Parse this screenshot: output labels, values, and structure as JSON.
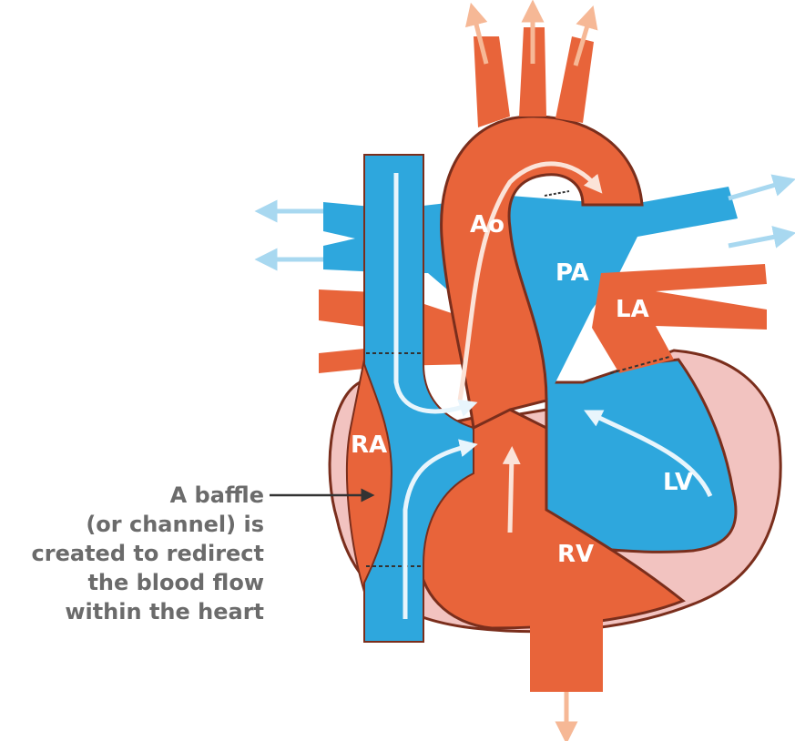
{
  "labels": {
    "ao": "Ao",
    "pa": "PA",
    "la": "LA",
    "ra": "RA",
    "lv": "LV",
    "rv": "RV"
  },
  "caption": {
    "lines": [
      "A baffle",
      "(or channel) is",
      "created to redirect",
      "the blood flow",
      "within the heart"
    ]
  },
  "colors": {
    "oxygenated_red": "#e8643a",
    "deoxygenated_blue": "#2ea7dd",
    "pericardium_pink": "#f2c3c0",
    "arrow_peach": "#f6b896",
    "arrow_light_blue": "#a8d8f0",
    "outline": "#7a2e1c",
    "caption_gray": "#6b6b6b"
  }
}
